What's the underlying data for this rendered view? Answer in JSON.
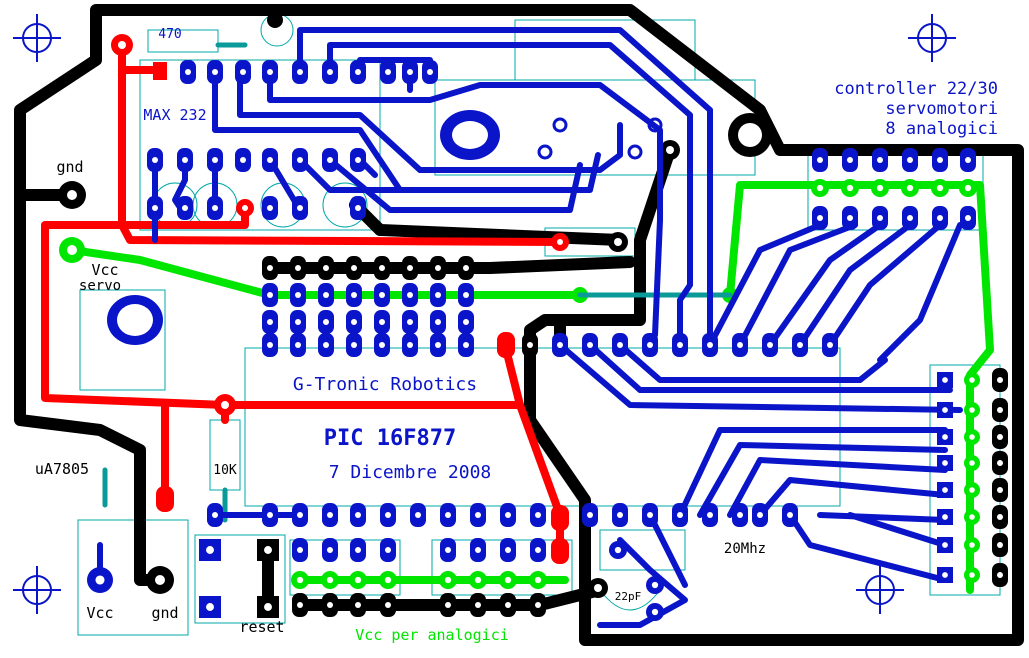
{
  "board": {
    "title_lines": [
      "controller 22/30",
      "servomotori",
      "8 analogici"
    ],
    "brand": "G-Tronic Robotics",
    "chip": "PIC 16F877",
    "date": "7 Dicembre 2008"
  },
  "labels": {
    "r470": "470",
    "max232": "MAX 232",
    "gnd_left": "gnd",
    "vcc_servo_1": "Vcc",
    "vcc_servo_2": "servo",
    "ua7805": "uA7805",
    "r10k": "10K",
    "vcc_bottom": "Vcc",
    "gnd_bottom": "gnd",
    "reset": "reset",
    "vcc_analog": "Vcc per analogici",
    "xtal": "20Mhz",
    "cap": "22pF"
  },
  "colors": {
    "copper": "#0a14c8",
    "ground": "#000000",
    "power": "#ff0000",
    "analog_vcc": "#00e600",
    "jumper": "#0a9a9a",
    "silkscreen": "#00a8a8"
  },
  "icons": [
    "mounting-hole-icon"
  ]
}
